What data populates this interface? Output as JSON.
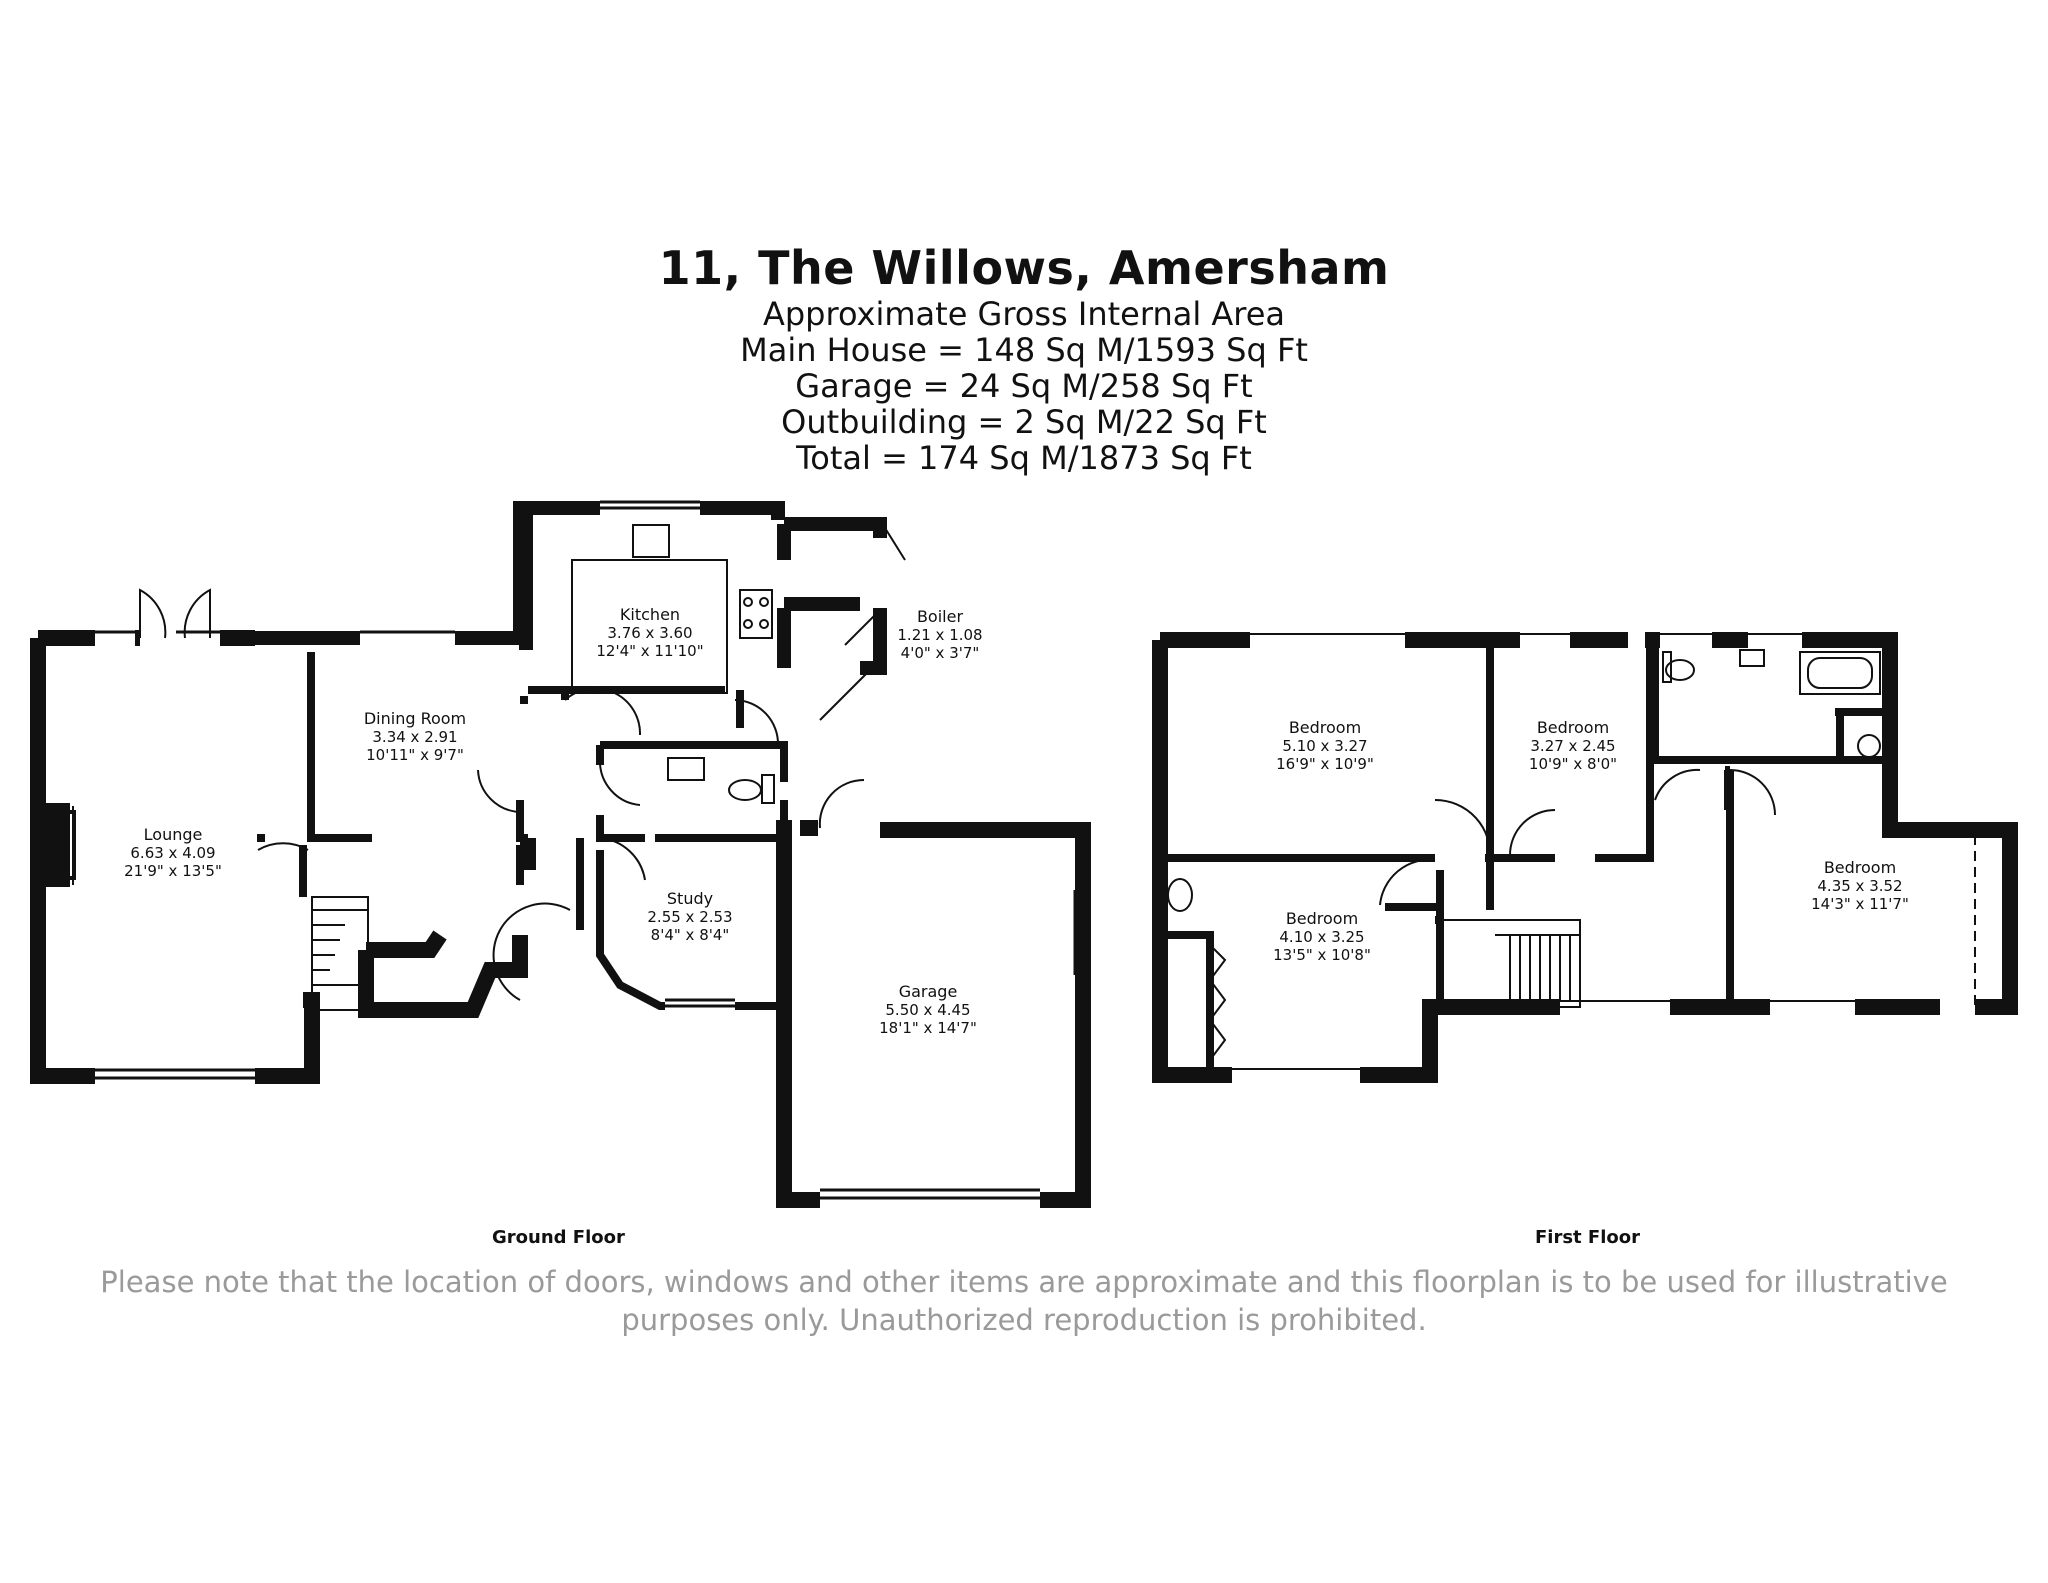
{
  "title": "11, The Willows, Amersham",
  "area_lines": [
    "Approximate Gross Internal Area",
    "Main House = 148 Sq M/1593 Sq Ft",
    "Garage = 24 Sq M/258 Sq Ft",
    "Outbuilding = 2 Sq M/22 Sq Ft",
    "Total = 174 Sq M/1873 Sq Ft"
  ],
  "floors": {
    "ground": "Ground Floor",
    "first": "First Floor"
  },
  "rooms": {
    "lounge": {
      "name": "Lounge",
      "metric": "6.63 x 4.09",
      "imperial": "21'9\" x 13'5\""
    },
    "dining": {
      "name": "Dining Room",
      "metric": "3.34 x 2.91",
      "imperial": "10'11\" x 9'7\""
    },
    "kitchen": {
      "name": "Kitchen",
      "metric": "3.76 x 3.60",
      "imperial": "12'4\" x 11'10\""
    },
    "boiler": {
      "name": "Boiler",
      "metric": "1.21 x 1.08",
      "imperial": "4'0\" x 3'7\""
    },
    "study": {
      "name": "Study",
      "metric": "2.55 x 2.53",
      "imperial": "8'4\" x 8'4\""
    },
    "garage": {
      "name": "Garage",
      "metric": "5.50 x 4.45",
      "imperial": "18'1\" x 14'7\""
    },
    "bed1": {
      "name": "Bedroom",
      "metric": "5.10 x 3.27",
      "imperial": "16'9\" x 10'9\""
    },
    "bed2": {
      "name": "Bedroom",
      "metric": "3.27 x 2.45",
      "imperial": "10'9\" x 8'0\""
    },
    "bed3": {
      "name": "Bedroom",
      "metric": "4.10 x 3.25",
      "imperial": "13'5\" x 10'8\""
    },
    "bed4": {
      "name": "Bedroom",
      "metric": "4.35 x 3.52",
      "imperial": "14'3\" x 11'7\""
    }
  },
  "disclaimer": [
    "Please note that the location of doors, windows and other items are approximate and this floorplan is to be used for illustrative",
    "purposes only. Unauthorized reproduction is prohibited."
  ],
  "colors": {
    "wall": "#111111",
    "disclaimer": "#9a9a9a"
  }
}
